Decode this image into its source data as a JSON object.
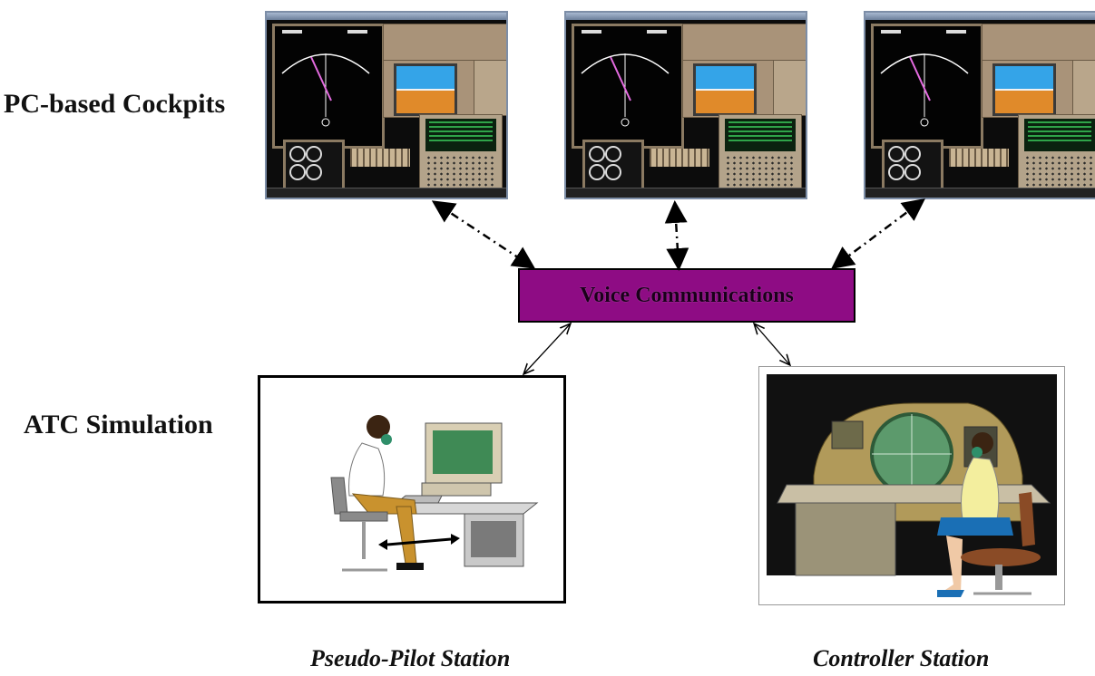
{
  "labels": {
    "cockpits": "PC-based Cockpits",
    "atc": "ATC Simulation"
  },
  "center_box": {
    "text": "Voice Communications",
    "fill": "#8e0c84"
  },
  "captions": {
    "pseudo_pilot": "Pseudo-Pilot Station",
    "controller": "Controller Station"
  },
  "colors": {
    "dashed_arrow": "#000000",
    "solid_arrow": "#000000"
  },
  "icons": [
    "cockpit-screen-icon",
    "pseudo-pilot-workstation-illustration",
    "controller-radar-console-illustration"
  ]
}
